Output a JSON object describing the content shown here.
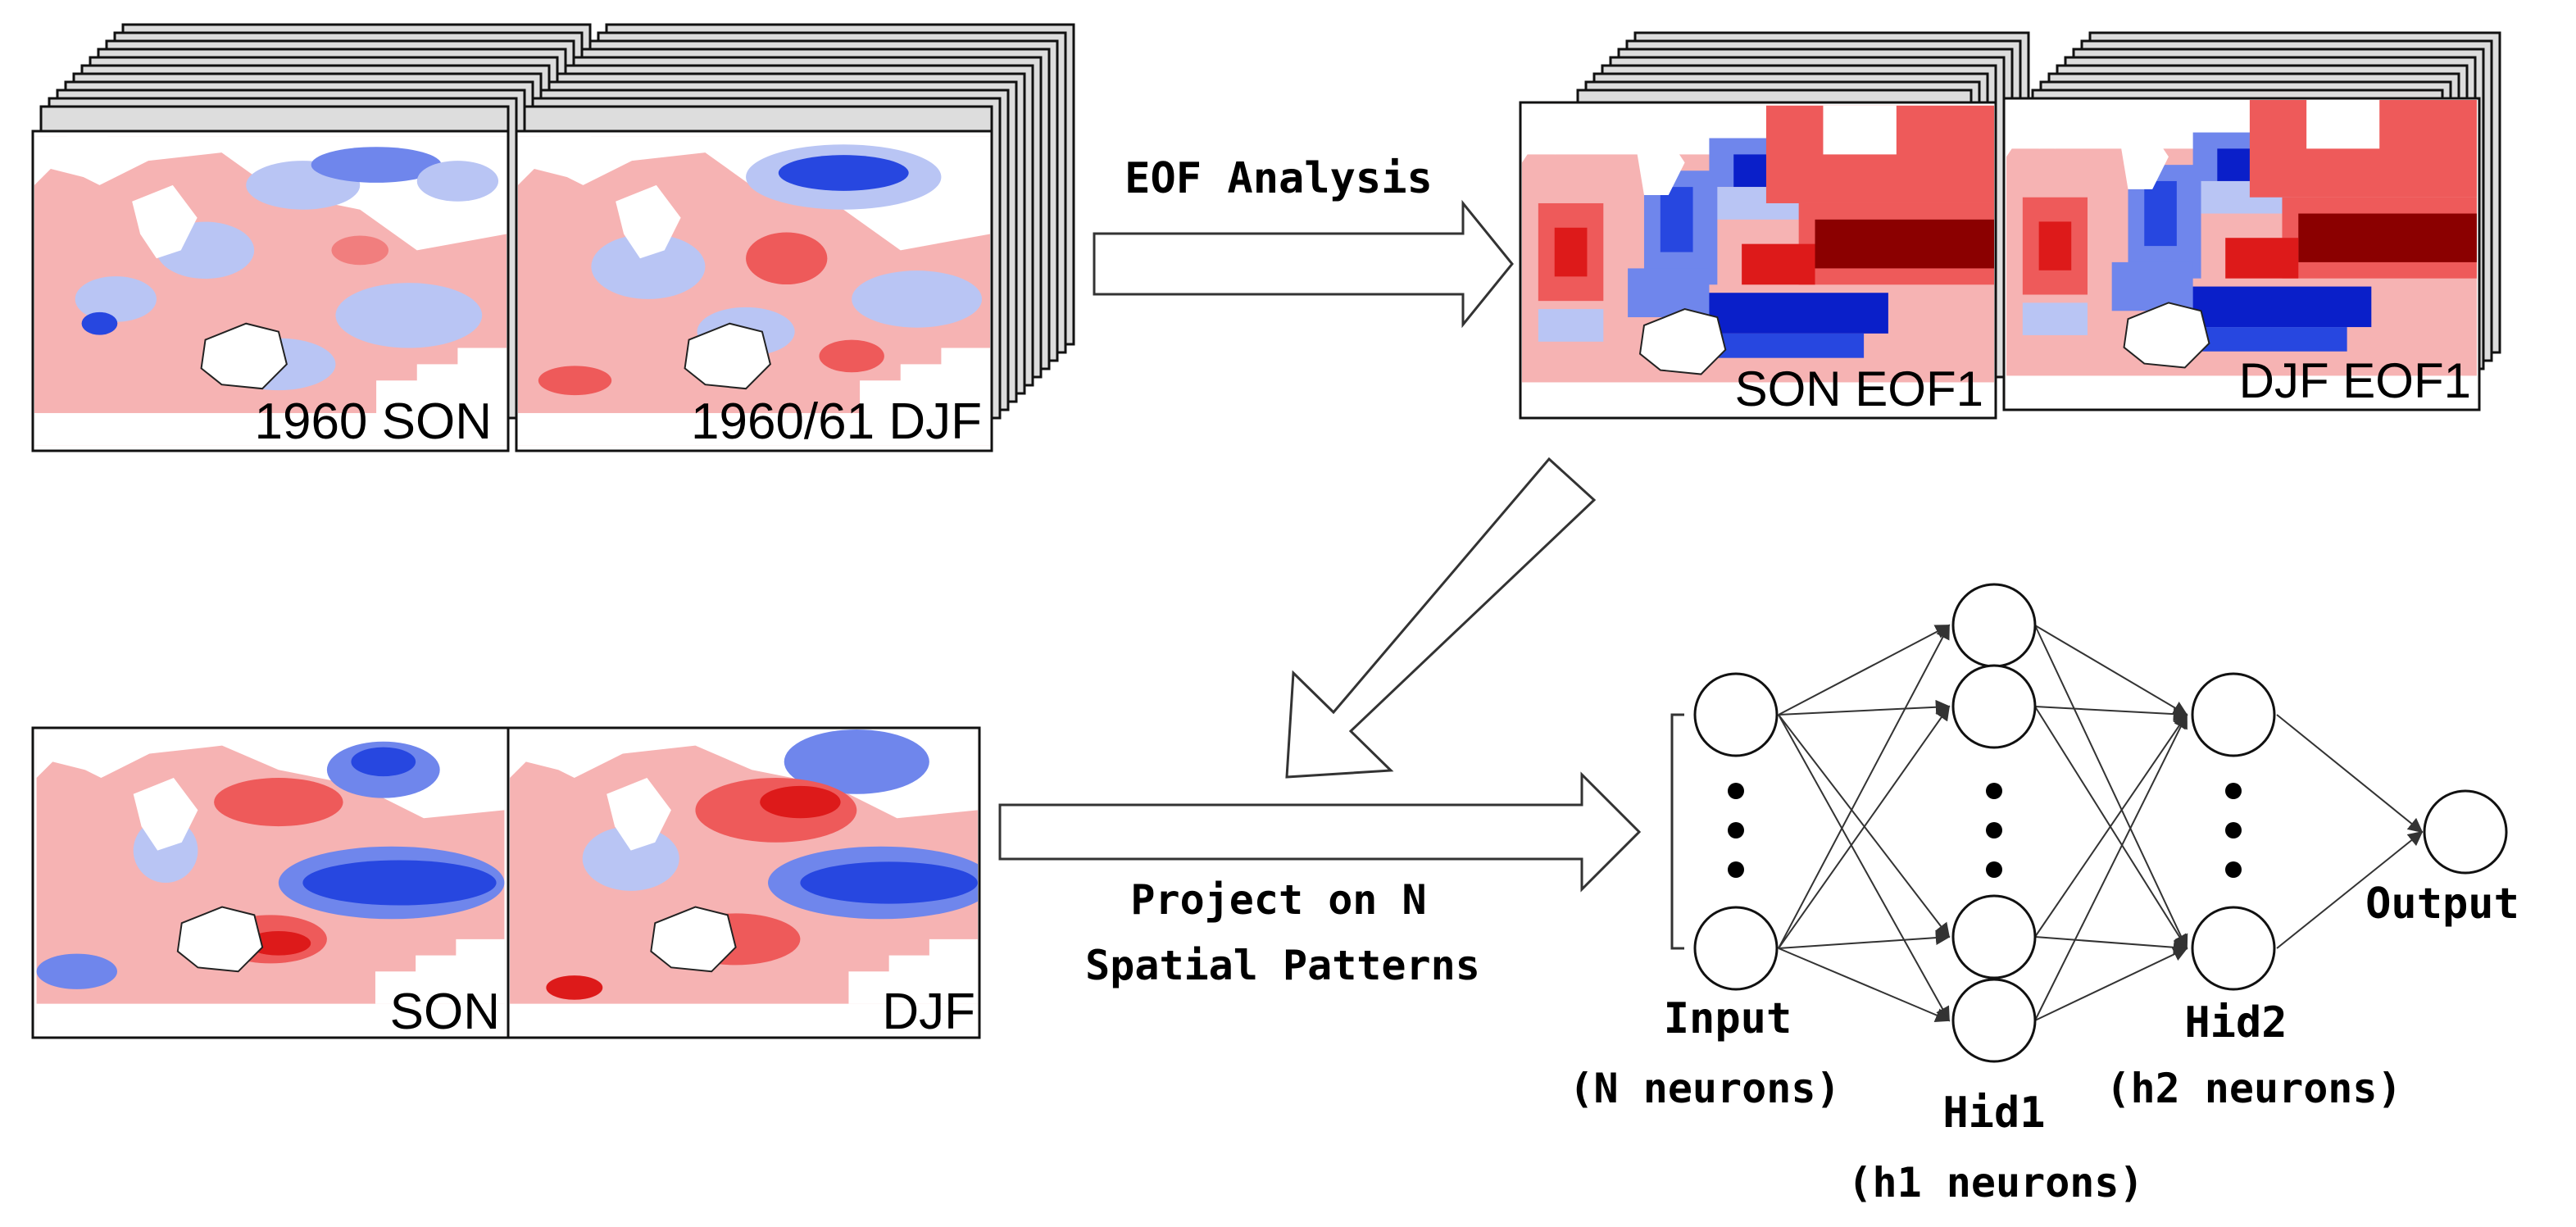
{
  "panels": {
    "son_1960": "1960 SON",
    "djf_1960_61": "1960/61 DJF",
    "son_eof1": "SON EOF1",
    "djf_eof1": "DJF EOF1",
    "son_projected": "SON",
    "djf_projected": "DJF"
  },
  "steps": {
    "eof_analysis": "EOF Analysis",
    "project_line1": "Project on N",
    "project_line2": "Spatial Patterns"
  },
  "network": {
    "input_label": "Input",
    "input_sub": "(N neurons)",
    "hid1_label": "Hid1",
    "hid1_sub": "(h1 neurons)",
    "hid2_label": "Hid2",
    "hid2_sub": "(h2 neurons)",
    "output_label": "Output"
  },
  "colors": {
    "warm_light": "#f6b3b3",
    "warm_mid": "#ee5a5a",
    "warm_strong": "#dd1a1a",
    "warm_dark": "#8b0000",
    "cool_light": "#b9c5f4",
    "cool_mid": "#6f86ec",
    "cool_strong": "#2747e0",
    "cool_dark": "#0a1fc9",
    "land": "#ffffff",
    "stroke": "#222222"
  }
}
